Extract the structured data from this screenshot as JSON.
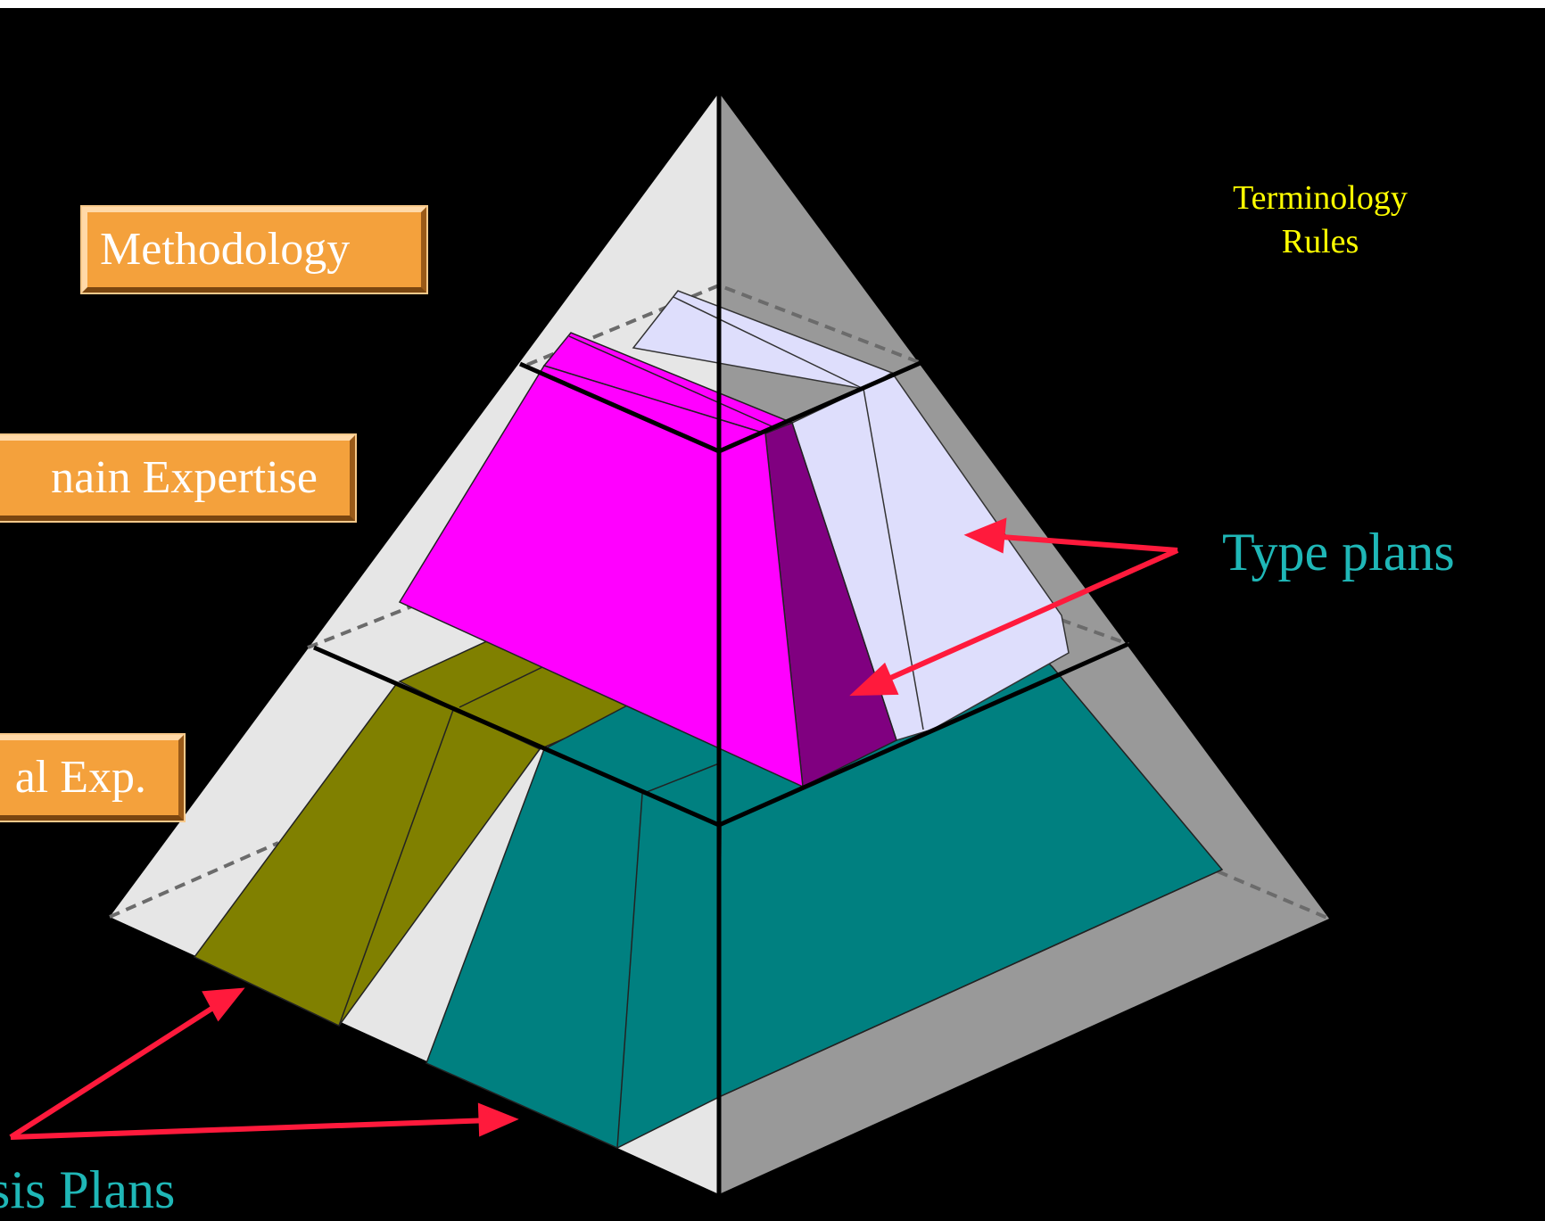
{
  "labels": {
    "methodology": "Methodology",
    "domain_expertise": "nain Expertise",
    "general_exp": "al Exp.",
    "terminology_line1": "Terminology",
    "terminology_line2": "Rules",
    "type_plans": "Type plans",
    "basis_plans": "sis Plans"
  },
  "colors": {
    "background": "#000000",
    "pyramid_left_face": "#e6e6e6",
    "pyramid_right_face": "#999999",
    "label_box": "#f4a13c",
    "terminology_text": "#ffff00",
    "plans_text": "#1fb7b7",
    "arrow": "#ff1a3c",
    "magenta_block": "#ff00ff",
    "purple_block": "#800080",
    "lavender_block": "#dedefc",
    "olive_block": "#808000",
    "teal_block": "#008080"
  }
}
